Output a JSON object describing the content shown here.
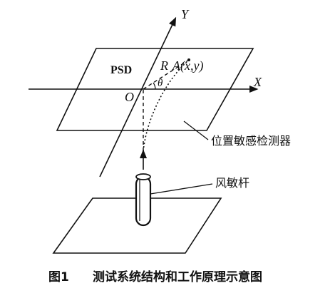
{
  "diagram": {
    "psd_label": "PSD",
    "axis_x_label": "X",
    "axis_y_label": "Y",
    "origin_label": "O",
    "radius_label": "R",
    "point_label": "A(x,y)",
    "angle_label": "θ",
    "detector_label": "位置敏感检测器",
    "rod_label": "风敏杆"
  },
  "caption": {
    "figure_number": "图1",
    "title": "测试系统结构和工作原理示意图"
  },
  "colors": {
    "ink": "#111111",
    "background": "#ffffff"
  }
}
